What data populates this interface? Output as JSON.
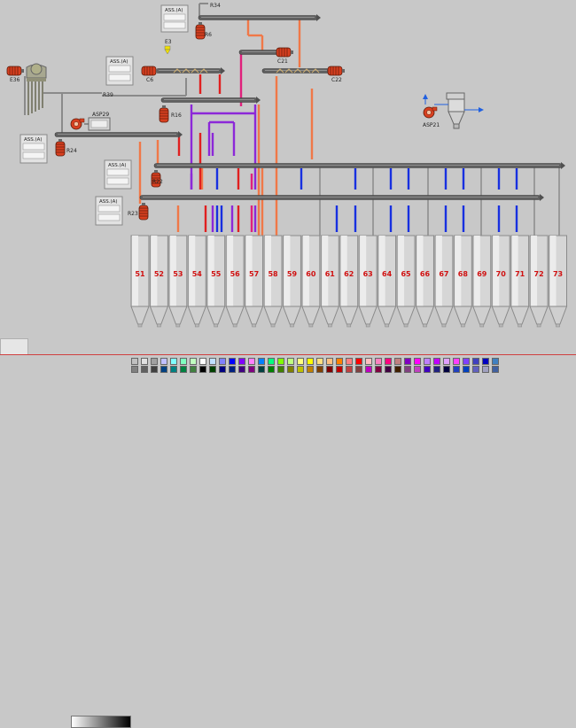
{
  "labels": {
    "r34": "R34",
    "r6": "R6",
    "e3": "E3",
    "c21": "C21",
    "c6": "C6",
    "c22": "C22",
    "e36": "E36",
    "r39": "R39",
    "r16": "R16",
    "asp29": "ASP29",
    "asp21": "ASP21",
    "r24": "R24",
    "r22": "R22",
    "r23": "R23"
  },
  "ass_panels": [
    {
      "id": "ass1",
      "label": "ASS.(A)"
    },
    {
      "id": "ass2",
      "label": "ASS.(A)"
    },
    {
      "id": "ass3",
      "label": "ASS.(A)"
    },
    {
      "id": "ass4",
      "label": "ASS.(A)"
    },
    {
      "id": "ass5",
      "label": "ASS.(A)"
    }
  ],
  "silos": [
    "51",
    "52",
    "53",
    "54",
    "55",
    "56",
    "57",
    "58",
    "59",
    "60",
    "61",
    "62",
    "63",
    "64",
    "65",
    "66",
    "67",
    "68",
    "69",
    "70",
    "71",
    "72",
    "73"
  ],
  "colors": {
    "silo_label": "#d01010",
    "motor": "#d84020",
    "conveyor": "#606060",
    "pipe_orange": "#f07848",
    "pipe_red": "#e02020",
    "pipe_purple": "#8c28d8",
    "pipe_blue": "#1830e0",
    "pipe_magenta": "#e0207c",
    "pipe_gray": "#9a9a9a"
  },
  "palette": {
    "row1": [
      "#c0c0c0",
      "#e0e0e0",
      "#a0a0a0",
      "#c0c0ff",
      "#80ffff",
      "#80ffc0",
      "#c0ffc0",
      "#ffffff",
      "#c0e0ff",
      "#8080ff",
      "#0000ff",
      "#8000ff",
      "#ff80ff",
      "#0080ff",
      "#00ff80",
      "#80ff00",
      "#c0ff80",
      "#ffff80",
      "#ffff00",
      "#ffe080",
      "#ffc080",
      "#ff8000",
      "#ff8080",
      "#ff0000",
      "#ffc0c0",
      "#ff80c0",
      "#ff0080",
      "#c08080",
      "#8000c0",
      "#ff00ff",
      "#c080ff",
      "#c000ff",
      "#e0a0ff",
      "#ff40ff",
      "#8040ff",
      "#4040c0",
      "#0000c0",
      "#4080c0"
    ],
    "row2": [
      "#808080",
      "#606060",
      "#404040",
      "#004080",
      "#008080",
      "#008040",
      "#408040",
      "#000000",
      "#004000",
      "#000080",
      "#002080",
      "#400080",
      "#800080",
      "#004040",
      "#008000",
      "#408000",
      "#808000",
      "#c0c000",
      "#c08000",
      "#804000",
      "#800000",
      "#c00000",
      "#c04040",
      "#804040",
      "#c000c0",
      "#800040",
      "#400040",
      "#402000",
      "#804080",
      "#c040c0",
      "#4000c0",
      "#202080",
      "#000040",
      "#2040c0",
      "#0040c0",
      "#6060c0",
      "#a0a0c0",
      "#4060a0"
    ]
  }
}
